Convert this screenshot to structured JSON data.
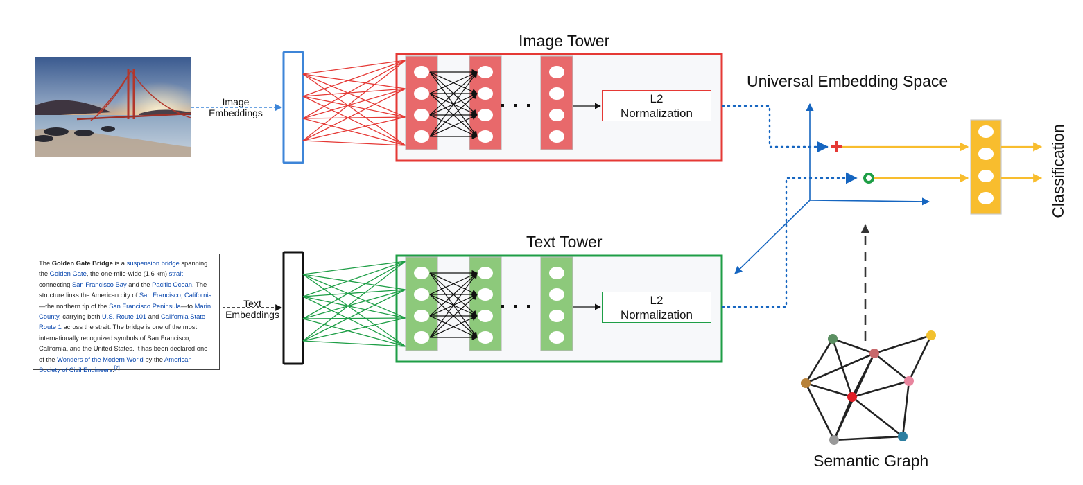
{
  "image_tower": {
    "title": "Image Tower",
    "norm_line1": "L2",
    "norm_line2": "Normalization"
  },
  "text_tower": {
    "title": "Text Tower",
    "norm_line1": "L2",
    "norm_line2": "Normalization"
  },
  "image_embeddings_label": {
    "line1": "Image",
    "line2": "Embeddings"
  },
  "text_embeddings_label": {
    "line1": "Text",
    "line2": "Embeddings"
  },
  "embedding_space": {
    "title": "Universal Embedding Space"
  },
  "classification": {
    "label": "Classification"
  },
  "semantic_graph": {
    "label": "Semantic Graph"
  },
  "wiki_text": {
    "p1": "The ",
    "bold": "Golden Gate Bridge",
    "p2": " is a ",
    "l1": "suspension bridge",
    "p3": " spanning the ",
    "l2": "Golden Gate",
    "p4": ", the one-mile-wide (1.6 km) ",
    "l3": "strait",
    "p5": " connecting ",
    "l4": "San Francisco Bay",
    "p6": " and the ",
    "l5": "Pacific Ocean",
    "p7": ". The structure links the American city of ",
    "l6": "San Francisco",
    "p8": ", ",
    "l7": "California",
    "p9": "—the northern tip of the ",
    "l8": "San Francisco Peninsula",
    "p10": "—to ",
    "l9": "Marin County",
    "p11": ", carrying both ",
    "l10": "U.S. Route 101",
    "p12": " and ",
    "l11": "California State Route 1",
    "p13": " across the strait. The bridge is one of the most internationally recognized symbols of San Francisco, California, and the United States. It has been declared one of the ",
    "l12": "Wonders of the Modern World",
    "p14": " by the ",
    "l13": "American Society of Civil Engineers",
    "p15": ".",
    "ref": "[7]"
  },
  "colors": {
    "image_red": "#e53935",
    "node_red": "#e8696b",
    "text_green": "#1e9e46",
    "node_green": "#8dc97b",
    "input_blue": "#3d85d8",
    "axis_blue": "#1565c0",
    "classifier_yellow": "#f8bd2e",
    "arrow_yellow": "#f8bd2e",
    "background_tower": "#f7f8fa"
  },
  "semantic_graph_node_colors": [
    "#5b8f62",
    "#c7686b",
    "#f2c12e",
    "#b8823a",
    "#e8859e",
    "#e01e26",
    "#999999",
    "#2c7ea0"
  ]
}
